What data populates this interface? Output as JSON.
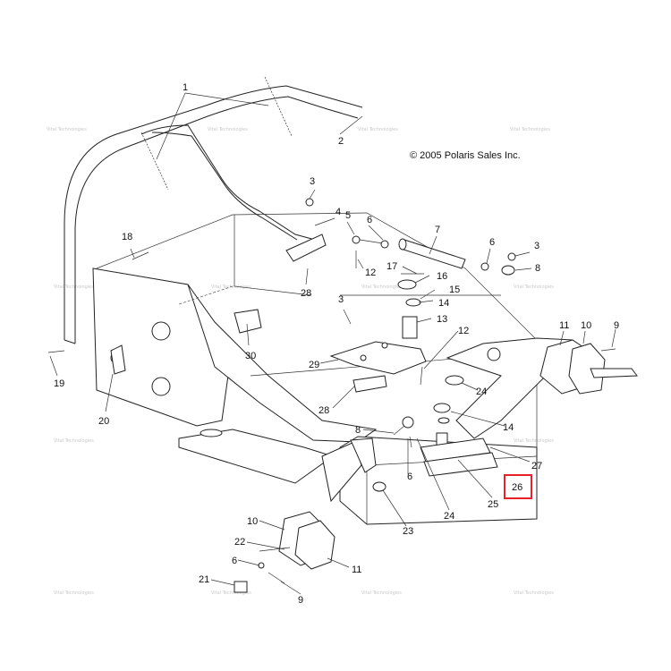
{
  "copyright": "© 2005 Polaris Sales Inc.",
  "watermark": "Vital Technologies",
  "highlight_color": "#e8202a",
  "callouts": [
    {
      "id": "c1",
      "label": "1"
    },
    {
      "id": "c2",
      "label": "2"
    },
    {
      "id": "c3a",
      "label": "3"
    },
    {
      "id": "c4",
      "label": "4"
    },
    {
      "id": "c5",
      "label": "5"
    },
    {
      "id": "c6a",
      "label": "6"
    },
    {
      "id": "c7",
      "label": "7"
    },
    {
      "id": "c6b",
      "label": "6"
    },
    {
      "id": "c3b",
      "label": "3"
    },
    {
      "id": "c8a",
      "label": "8"
    },
    {
      "id": "c18",
      "label": "18"
    },
    {
      "id": "c12a",
      "label": "12"
    },
    {
      "id": "c17",
      "label": "17"
    },
    {
      "id": "c16",
      "label": "16"
    },
    {
      "id": "c15",
      "label": "15"
    },
    {
      "id": "c28a",
      "label": "28"
    },
    {
      "id": "c3c",
      "label": "3"
    },
    {
      "id": "c14a",
      "label": "14"
    },
    {
      "id": "c13",
      "label": "13"
    },
    {
      "id": "c12b",
      "label": "12"
    },
    {
      "id": "c30",
      "label": "30"
    },
    {
      "id": "c29",
      "label": "29"
    },
    {
      "id": "c11a",
      "label": "11"
    },
    {
      "id": "c10a",
      "label": "10"
    },
    {
      "id": "c9a",
      "label": "9"
    },
    {
      "id": "c19",
      "label": "19"
    },
    {
      "id": "c24a",
      "label": "24"
    },
    {
      "id": "c20",
      "label": "20"
    },
    {
      "id": "c28b",
      "label": "28"
    },
    {
      "id": "c14b",
      "label": "14"
    },
    {
      "id": "c8b",
      "label": "8"
    },
    {
      "id": "c27",
      "label": "27"
    },
    {
      "id": "c6c",
      "label": "6"
    },
    {
      "id": "c26",
      "label": "26"
    },
    {
      "id": "c25",
      "label": "25"
    },
    {
      "id": "c23",
      "label": "23"
    },
    {
      "id": "c24b",
      "label": "24"
    },
    {
      "id": "c10b",
      "label": "10"
    },
    {
      "id": "c22",
      "label": "22"
    },
    {
      "id": "c6d",
      "label": "6"
    },
    {
      "id": "c11b",
      "label": "11"
    },
    {
      "id": "c21",
      "label": "21"
    },
    {
      "id": "c9b",
      "label": "9"
    }
  ]
}
